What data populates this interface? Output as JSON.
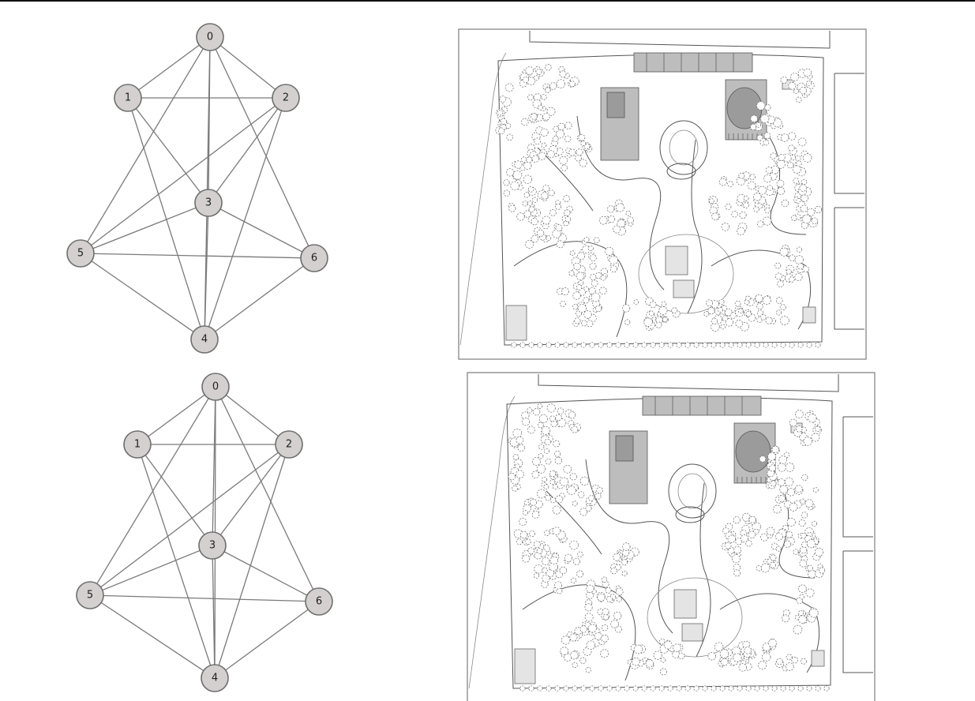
{
  "graphs": [
    {
      "id": "graph-top",
      "nodes": [
        {
          "label": "0"
        },
        {
          "label": "1"
        },
        {
          "label": "2"
        },
        {
          "label": "3"
        },
        {
          "label": "4"
        },
        {
          "label": "5"
        },
        {
          "label": "6"
        }
      ],
      "edges": [
        [
          0,
          1
        ],
        [
          0,
          2
        ],
        [
          0,
          3
        ],
        [
          0,
          4
        ],
        [
          0,
          5
        ],
        [
          0,
          6
        ],
        [
          1,
          2
        ],
        [
          1,
          3
        ],
        [
          1,
          4
        ],
        [
          2,
          3
        ],
        [
          2,
          4
        ],
        [
          2,
          5
        ],
        [
          3,
          4
        ],
        [
          3,
          5
        ],
        [
          3,
          6
        ],
        [
          4,
          5
        ],
        [
          4,
          6
        ],
        [
          5,
          6
        ]
      ]
    },
    {
      "id": "graph-bottom",
      "nodes": [
        {
          "label": "0"
        },
        {
          "label": "1"
        },
        {
          "label": "2"
        },
        {
          "label": "3"
        },
        {
          "label": "4"
        },
        {
          "label": "5"
        },
        {
          "label": "6"
        }
      ],
      "edges": [
        [
          0,
          1
        ],
        [
          0,
          2
        ],
        [
          0,
          3
        ],
        [
          0,
          4
        ],
        [
          0,
          5
        ],
        [
          0,
          6
        ],
        [
          1,
          2
        ],
        [
          1,
          3
        ],
        [
          1,
          4
        ],
        [
          2,
          3
        ],
        [
          2,
          4
        ],
        [
          2,
          5
        ],
        [
          3,
          4
        ],
        [
          3,
          5
        ],
        [
          3,
          6
        ],
        [
          4,
          5
        ],
        [
          4,
          6
        ],
        [
          5,
          6
        ]
      ]
    }
  ],
  "site_plans": [
    {
      "id": "plan-top",
      "highlighted_buildings": [
        "north-strip",
        "west-block",
        "east-block"
      ]
    },
    {
      "id": "plan-bottom",
      "highlighted_buildings": [
        "north-strip",
        "west-block",
        "east-block"
      ]
    }
  ]
}
